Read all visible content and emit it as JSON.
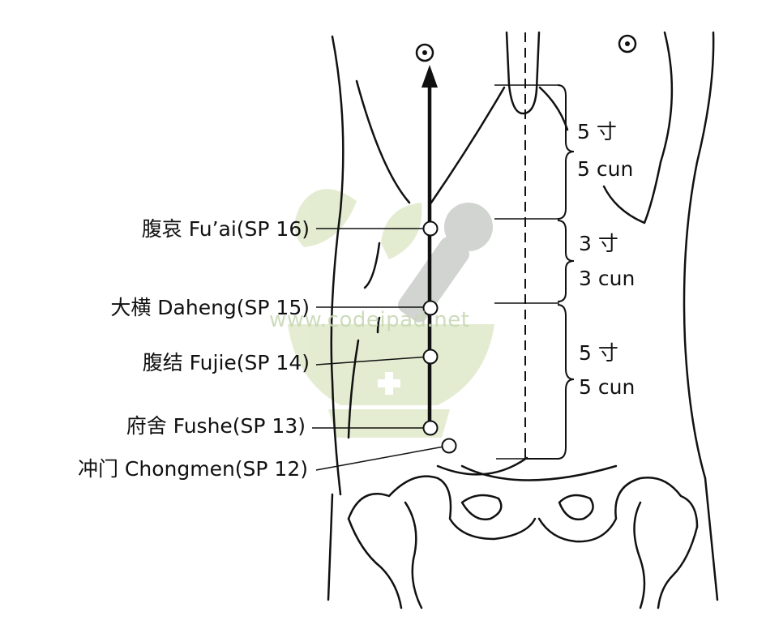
{
  "points": [
    {
      "id": "SP16",
      "label": "腹哀 Fu’ai(SP 16)"
    },
    {
      "id": "SP15",
      "label": "大横 Daheng(SP 15)"
    },
    {
      "id": "SP14",
      "label": "腹结 Fujie(SP 14)"
    },
    {
      "id": "SP13",
      "label": "府舍 Fushe(SP 13)"
    },
    {
      "id": "SP12",
      "label": "冲门 Chongmen(SP 12)"
    }
  ],
  "measurements": [
    {
      "cn": "5 寸",
      "en": "5 cun"
    },
    {
      "cn": "3 寸",
      "en": "3 cun"
    },
    {
      "cn": "5 寸",
      "en": "5 cun"
    }
  ],
  "watermark": "www.codeipad.net",
  "colors": {
    "line": "#111111",
    "watermark_green": "#dce8c4",
    "watermark_gray": "#c9cdc9"
  }
}
